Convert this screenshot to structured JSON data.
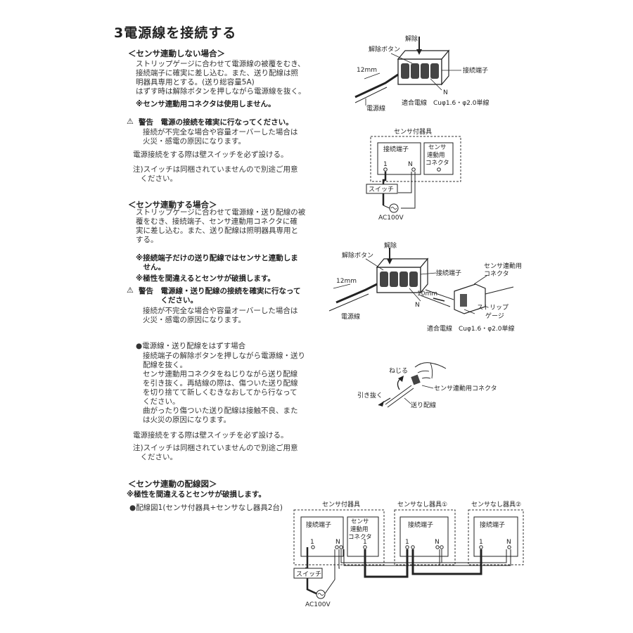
{
  "title": "3電源線を接続する",
  "section1": {
    "heading": "＜センサ連動しない場合＞",
    "para1": "ストリップゲージに合わせて電源線の被覆をむき、\n接続端子に確実に差し込む。また、送り配線は照\n明器具専用とする。(送り総容量5A)\nはずす時は解除ボタンを押しながら電源線を抜く。",
    "note1": "※センサ連動用コネクタは使用しません。",
    "warning": "警告　電源の接続を確実に行なってください。",
    "warning_body": "接続が不完全な場合や容量オーバーした場合は\n火災・感電の原因になります。",
    "para2": "電源接続をする際は壁スイッチを必ず設ける。",
    "note2": "注)スイッチは同梱されていませんので別途ご用意\n　ください。"
  },
  "section2": {
    "heading": "＜センサ連動する場合＞",
    "para1": "ストリップゲージに合わせて電源線・送り配線の被\n覆をむき、接続端子、センサ連動用コネクタに確\n実に差し込む。また、送り配線は照明器具専用と\nする。",
    "note1": "※接続端子だけの送り配線ではセンサと連動しま\n　せん。",
    "note2": "※極性を間違えるとセンサが破損します。",
    "warning": "警告　電源線・送り配線の接続を確実に行なって\n　　　ください。",
    "warning_body": "接続が不完全な場合や容量オーバーした場合は\n火災・感電の原因になります。"
  },
  "section3": {
    "bullet": "●電源線・送り配線をはずす場合",
    "body": "接続端子の解除ボタンを押しながら電源線・送り\n配線を抜く。\nセンサ連動用コネクタをねじりながら送り配線\nを引き抜く。再結線の際は、傷ついた送り配線\nを切り捨てて新しくむきなおしてから行なって\nください。\n曲がったり傷ついた送り配線は接触不良、また\nは火災の原因になります。",
    "para2": "電源接続をする際は壁スイッチを必ず設ける。",
    "note2": "注)スイッチは同梱されていませんので別途ご用意\n　ください。"
  },
  "section4": {
    "heading": "＜センサ連動の配線図＞",
    "warning": "※極性を間違えるとセンサが破損します。",
    "item": "●配線図1(センサ付器具+センサなし器具2台)"
  },
  "diagram1": {
    "release_top": "解除",
    "release_button": "解除ボタン",
    "terminal": "接続端子",
    "length": "12mm",
    "wire": "電源線",
    "n": "N",
    "spec": "適合電線　Cuφ1.6・φ2.0単線"
  },
  "diagram2": {
    "box": "センサ付器具",
    "terminal": "接続端子",
    "connector": "センサ\n連動用\nコネクタ",
    "one": "1",
    "n": "N",
    "switch": "スイッチ",
    "ac": "AC100V"
  },
  "diagram3": {
    "release_top": "解除",
    "release_button": "解除ボタン",
    "terminal": "接続端子",
    "connector": "センサ連動用\nコネクタ",
    "len12": "12mm",
    "len10": "10mm",
    "wire": "電源線",
    "n": "N",
    "gauge": "ストリップ\nゲージ",
    "spec": "適合電線　Cuφ1.6・φ2.0単線"
  },
  "diagram4": {
    "twist": "ねじる",
    "pull": "引き抜く",
    "connector": "センサ連動用コネクタ",
    "feed": "送り配線"
  },
  "diagram5": {
    "box1": "センサ付器具",
    "box2": "センサなし器具①",
    "box3": "センサなし器具②",
    "terminal": "接続端子",
    "connector": "センサ\n連動用\nコネクタ",
    "one": "1",
    "n": "N",
    "switch": "スイッチ",
    "ac": "AC100V"
  }
}
